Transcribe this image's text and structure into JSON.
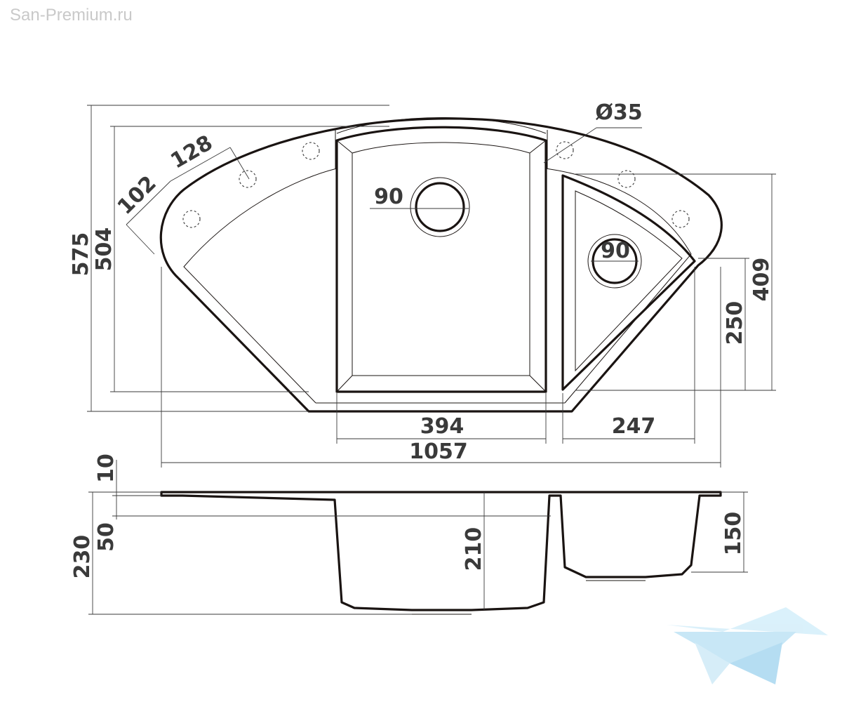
{
  "watermark": {
    "site": "San-Premium.ru"
  },
  "labels": {
    "hole_diameter": "Ø35",
    "hole_spacing_a": "128",
    "hole_spacing_b": "102",
    "drain_main": "90",
    "drain_small": "90",
    "total_depth": "575",
    "inner_depth": "504",
    "right_height": "409",
    "small_bowl_height": "250",
    "main_bowl_width": "394",
    "small_bowl_width": "247",
    "total_width": "1057",
    "rim_thickness": "10",
    "overflow_offset": "50",
    "total_height": "230",
    "main_bowl_depth": "210",
    "small_bowl_depth": "150"
  },
  "colors": {
    "outline": "#1a1412",
    "dimension": "#3a3a3a",
    "watermark": "#c9c9c9",
    "logo": "#bfe3f5"
  }
}
